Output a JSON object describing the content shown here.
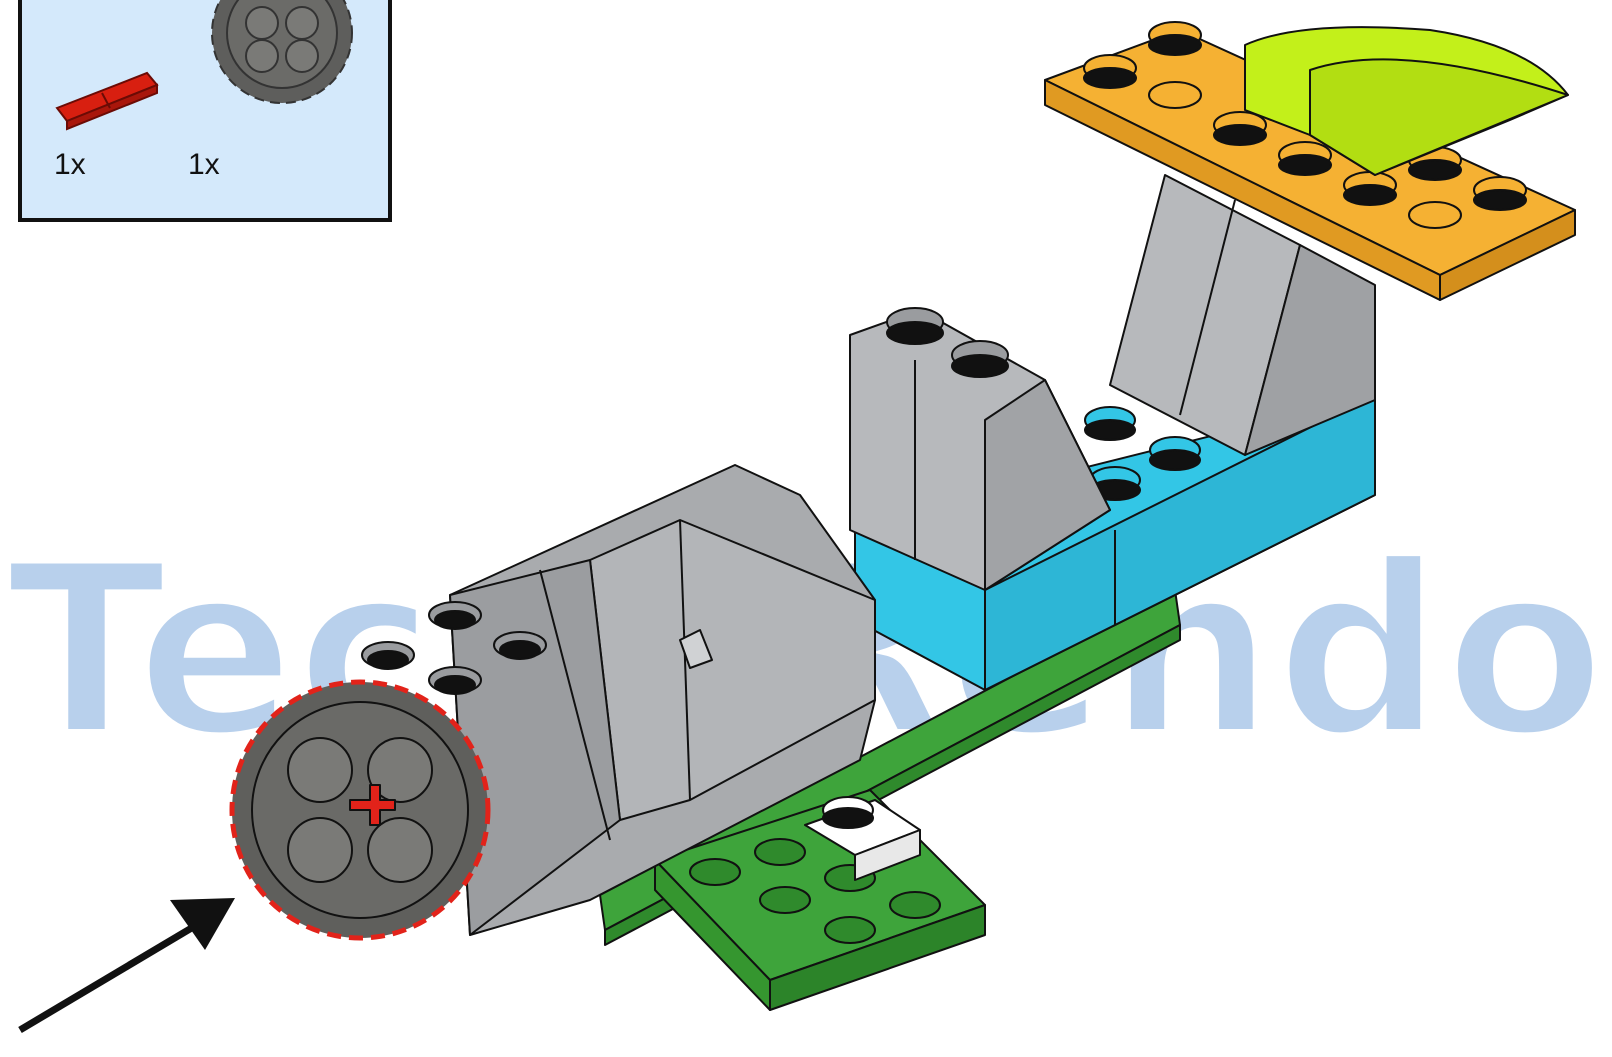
{
  "parts_list": {
    "items": [
      {
        "name": "axle-connector",
        "quantity": "1x",
        "color": "#d81f10"
      },
      {
        "name": "gear-24-tooth",
        "quantity": "1x",
        "color": "#5e5e5c"
      }
    ]
  },
  "watermark": {
    "text": "TecnoRendo",
    "color": "#6b9cd6"
  },
  "colors": {
    "background": "#ffffff",
    "panel_background": "#d4e9fb",
    "orange_plate": "#f5b133",
    "lime_slope": "#c3f01a",
    "gray_brick": "#a9abae",
    "blue_brick": "#33c6e6",
    "green_plate": "#3ea43b",
    "gear_gray": "#5f5f5c",
    "highlight_red": "#e2231a",
    "arrow": "#111111"
  },
  "icons": [
    "axle-connector-icon",
    "gear-icon",
    "callout-arrow-icon"
  ]
}
